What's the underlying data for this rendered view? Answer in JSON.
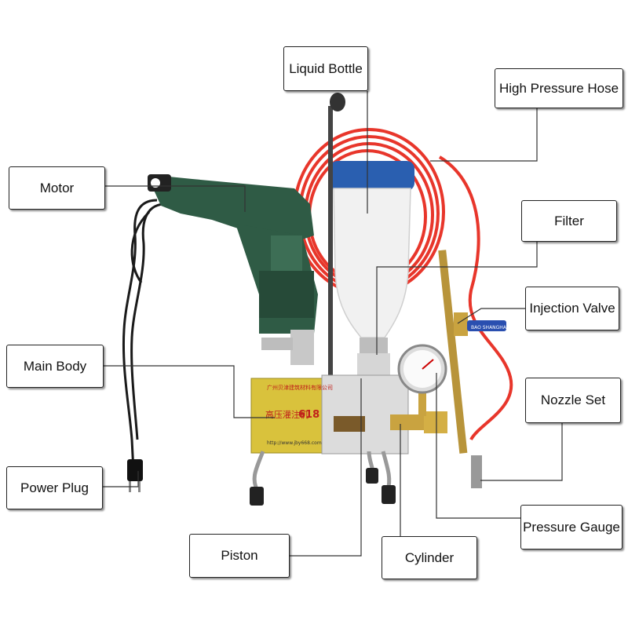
{
  "labels": {
    "liquid_bottle": "Liquid Bottle",
    "high_pressure_hose": "High Pressure Hose",
    "motor": "Motor",
    "filter": "Filter",
    "injection_valve": "Injection Valve",
    "main_body": "Main Body",
    "nozzle_set": "Nozzle Set",
    "power_plug": "Power Plug",
    "pressure_gauge": "Pressure Gauge",
    "piston": "Piston",
    "cylinder": "Cylinder"
  },
  "machine": {
    "plate_title": "广州贝津建筑材料有限公司",
    "plate_model_cn": "高压灌注机",
    "plate_model_no": "618",
    "plate_url": "http://www.jby668.com",
    "valve_tag": "BAO SHANGHAI"
  },
  "colors": {
    "hose": "#e8362b",
    "drill_body": "#2f5b45",
    "bottle_cap": "#2a5fb0",
    "plate": "#d9c23c"
  }
}
